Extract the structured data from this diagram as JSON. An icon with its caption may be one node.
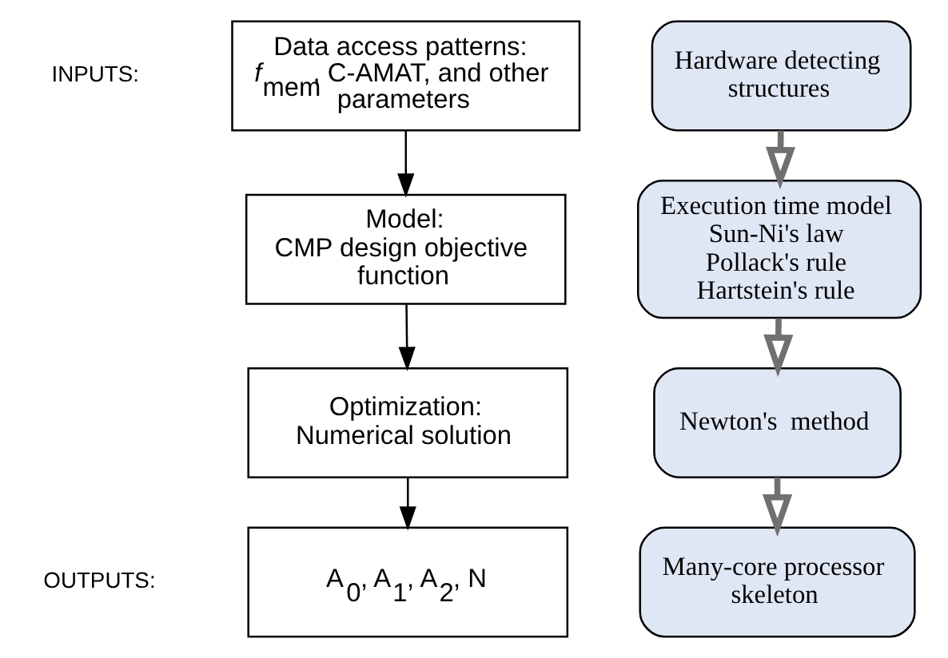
{
  "diagram": {
    "nodes": [
      {
        "text": [
          "Data access patterns:",
          "*f*$_{mem}$, C-AMAT, and other parameters"
        ]
      },
      {
        "text": [
          "Model:",
          "CMP design objective function"
        ]
      },
      {
        "text": [
          "Optimization:",
          "Numerical solution"
        ]
      },
      {
        "text": [
          "A$_{0}$, A$_{1}$, A$_{2}$, N"
        ]
      },
      {
        "text": [
          "Hardware detecting structures"
        ]
      },
      {
        "text": [
          "Execution time model",
          "Sun-Ni's law",
          "Pollack's rule",
          "Hartstein's rule"
        ]
      },
      {
        "text": [
          "Newton's  method"
        ]
      },
      {
        "text": [
          "Many-core processor skeleton"
        ]
      }
    ],
    "edges": [
      {
        "from": 0,
        "to": 1,
        "arrow": "to"
      },
      {
        "from": 1,
        "to": 2,
        "arrow": "to"
      },
      {
        "from": 2,
        "to": 3,
        "arrow": "to"
      },
      {
        "from": 4,
        "to": 5,
        "arrow": "to",
        "style": "thick",
        "color": "#707070"
      },
      {
        "from": 5,
        "to": 6,
        "arrow": "to",
        "style": "thick",
        "color": "#707070"
      },
      {
        "from": 6,
        "to": 7,
        "arrow": "to",
        "style": "thick",
        "color": "#707070"
      }
    ],
    "labels": [
      "INPUTS:",
      "OUTPUTS:"
    ]
  }
}
